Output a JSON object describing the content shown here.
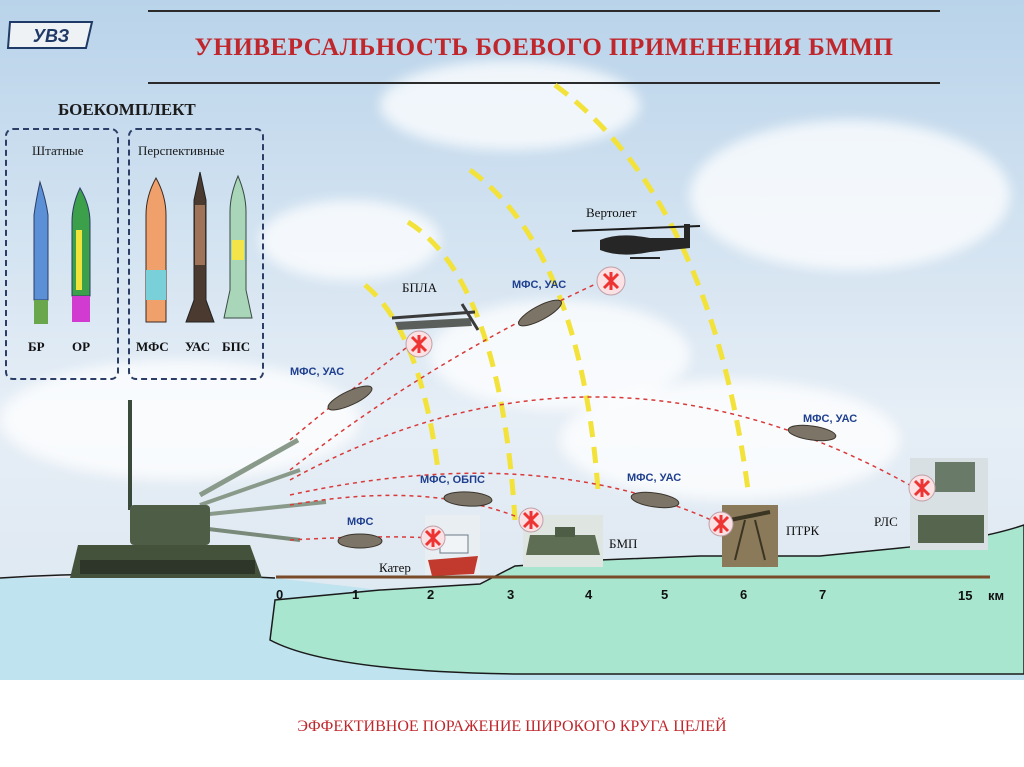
{
  "header": {
    "title": "УНИВЕРСАЛЬНОСТЬ БОЕВОГО ПРИМЕНЕНИЯ БММП",
    "logo_text": "УВЗ"
  },
  "ammo": {
    "title": "БОЕКОМПЛЕКТ",
    "standard": {
      "heading": "Штатные",
      "items": [
        "БР",
        "ОР"
      ]
    },
    "prospective": {
      "heading": "Перспективные",
      "items": [
        "МФС",
        "УАС",
        "БПС"
      ]
    }
  },
  "targets": {
    "helicopter": "Вертолет",
    "uav": "БПЛА",
    "boat": "Катер",
    "ifv": "БМП",
    "atgm": "ПТРК",
    "radar": "РЛС"
  },
  "shells": {
    "uav": "МФС, УАС",
    "helicopter": "МФС, УАС",
    "radar": "МФС, УАС",
    "ifv": "МФС, ОБПС",
    "atgm": "МФС, УАС",
    "boat": "МФС"
  },
  "distance_axis": {
    "ticks": [
      "0",
      "1",
      "2",
      "3",
      "4",
      "5",
      "6",
      "7",
      "15"
    ],
    "unit": "км"
  },
  "footer": {
    "caption": "ЭФФЕКТИВНОЕ ПОРАЖЕНИЕ ШИРОКОГО КРУГА ЦЕЛЕЙ"
  },
  "colors": {
    "title": "#c0272d",
    "shell_label": "#1f3f8f",
    "trajectory": "#d83a3a",
    "range_arc": "#f2e23a",
    "sea": "#bfe3ef",
    "land": "#a9e6cf"
  }
}
